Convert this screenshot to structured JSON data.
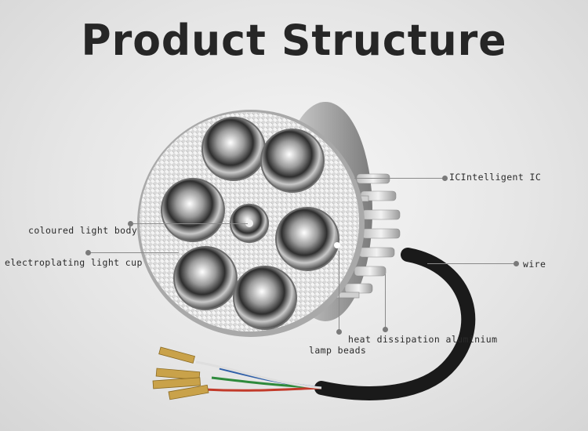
{
  "title": "Product Structure",
  "labels": {
    "ic": "ICIntelligent IC",
    "body": "coloured light body",
    "cup": "electroplating light cup",
    "wire": "wire",
    "heat": "heat dissipation aluminium",
    "beads": "lamp beads"
  },
  "icons": [
    "led-headlight-product-image"
  ],
  "colors": {
    "background": "#e8e8e8",
    "text": "#262626",
    "leader_line": "#8a8a8a"
  }
}
